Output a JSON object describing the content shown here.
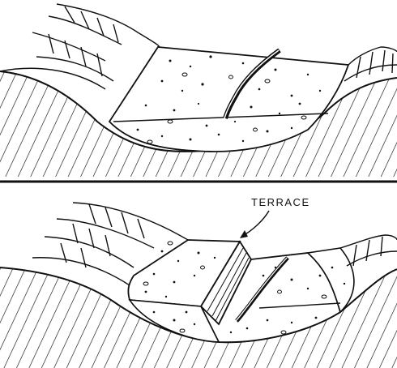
{
  "figure": {
    "label_terrace": "TERRACE",
    "colors": {
      "ink": "#111111",
      "paper": "#ffffff"
    },
    "panels": [
      {
        "name": "valley-filled-with-alluvium"
      },
      {
        "name": "valley-with-terraces"
      }
    ]
  }
}
